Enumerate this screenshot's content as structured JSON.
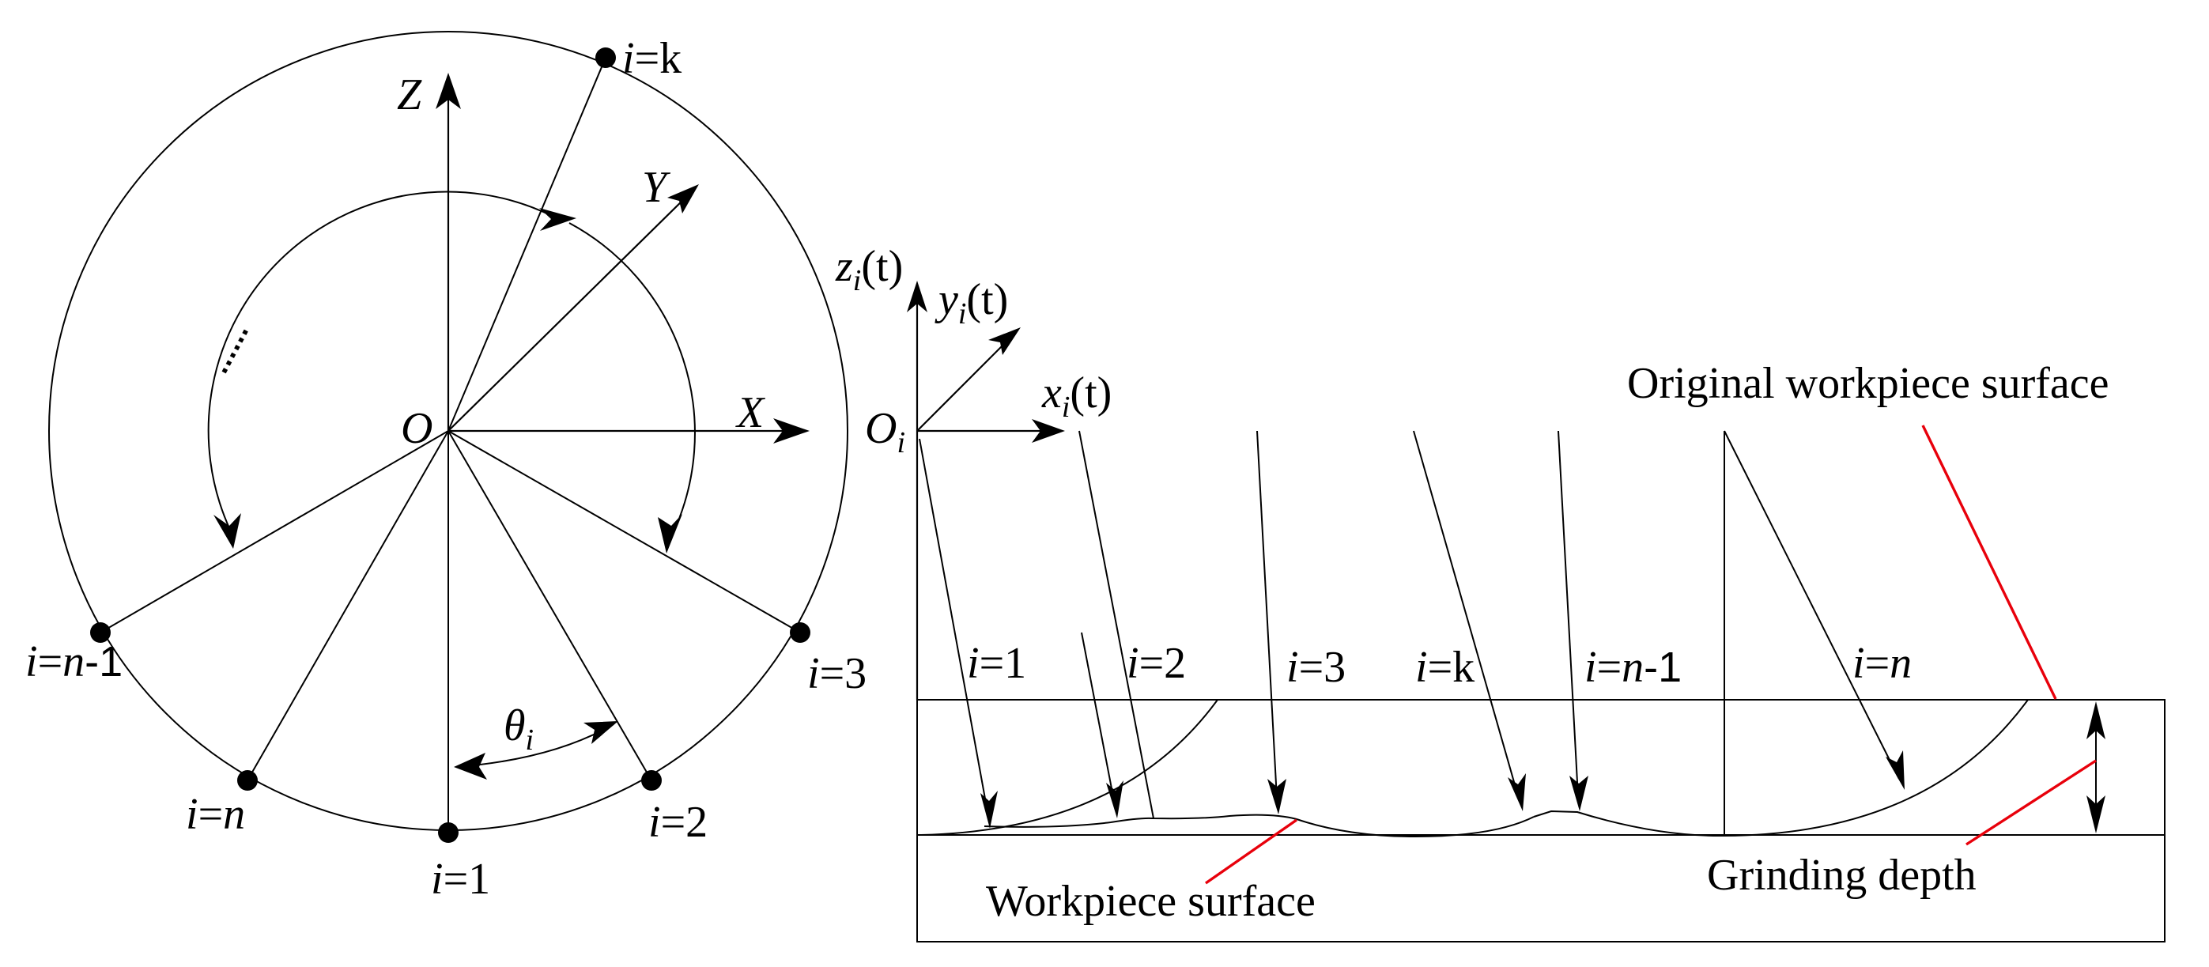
{
  "left": {
    "origin_label": "O",
    "axes": {
      "x": "X",
      "y": "Y",
      "z": "Z"
    },
    "angle_label": {
      "symbol": "θ",
      "sub": "i"
    },
    "ellipsis": "......",
    "points": [
      {
        "pre": "i",
        "eq": "=",
        "val": "1",
        "val_italic": false
      },
      {
        "pre": "i",
        "eq": "=",
        "val": "2",
        "val_italic": false
      },
      {
        "pre": "i",
        "eq": "=",
        "val": "3",
        "val_italic": false
      },
      {
        "pre": "i",
        "eq": "=",
        "val": "k",
        "val_italic": false
      },
      {
        "pre": "i",
        "eq": "=",
        "val": "n",
        "val_italic": true,
        "suffix": "-1"
      },
      {
        "pre": "i",
        "eq": "=",
        "val": "n",
        "val_italic": true
      }
    ]
  },
  "right": {
    "origin": {
      "symbol": "O",
      "sub": "i"
    },
    "axes": {
      "x": {
        "symbol": "x",
        "sub": "i",
        "arg": "(t)"
      },
      "y": {
        "symbol": "y",
        "sub": "i",
        "arg": "(t)"
      },
      "z": {
        "symbol": "z",
        "sub": "i",
        "arg": "(t)"
      }
    },
    "grain_labels": [
      {
        "pre": "i",
        "eq": "=",
        "val": "1",
        "val_italic": false
      },
      {
        "pre": "i",
        "eq": "=",
        "val": "2",
        "val_italic": false
      },
      {
        "pre": "i",
        "eq": "=",
        "val": "3",
        "val_italic": false
      },
      {
        "pre": "i",
        "eq": "=",
        "val": "k",
        "val_italic": false
      },
      {
        "pre": "i",
        "eq": "=",
        "val": "n",
        "val_italic": true,
        "suffix": "-1"
      },
      {
        "pre": "i",
        "eq": "=",
        "val": "n",
        "val_italic": true
      }
    ],
    "annotations": {
      "original_surface": "Original workpiece surface",
      "workpiece_surface": "Workpiece surface",
      "grinding_depth": "Grinding depth"
    }
  },
  "colors": {
    "line": "#000000",
    "leader": "#e8000b",
    "background": "#ffffff"
  }
}
